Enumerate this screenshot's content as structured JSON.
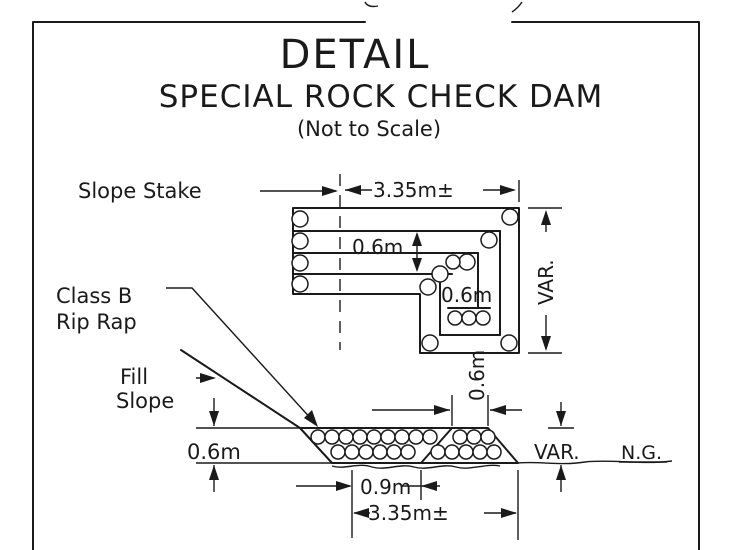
{
  "title": "DETAIL",
  "subtitle": "SPECIAL ROCK CHECK DAM",
  "scale_note": "(Not to Scale)",
  "labels": {
    "slope_stake": "Slope Stake",
    "width_top": "3.35m±",
    "depth_a": "0.6m",
    "depth_b": "0.6m",
    "var_vertical": "VAR.",
    "riprap_line1": "Class B",
    "riprap_line2": "Rip Rap",
    "fill_line1": "Fill",
    "fill_line2": "Slope",
    "height_left": "0.6m",
    "height_crest": "0.6m",
    "var_right": "VAR.",
    "ng": "N.G.",
    "bottom_inner": "0.9m",
    "bottom_width": "3.35m±"
  }
}
